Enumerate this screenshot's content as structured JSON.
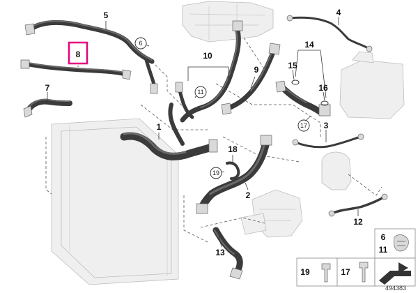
{
  "callouts": {
    "c1": "1",
    "c2": "2",
    "c3": "3",
    "c4": "4",
    "c5": "5",
    "c6": "6",
    "c7": "7",
    "c8": "8",
    "c9": "9",
    "c10": "10",
    "c11": "11",
    "c12": "12",
    "c13": "13",
    "c14": "14",
    "c15": "15",
    "c16": "16",
    "c17": "17",
    "c18": "18",
    "c19": "19"
  },
  "circled": {
    "c6": "6",
    "c11": "11",
    "c17": "17",
    "c19": "19"
  },
  "legend": {
    "box_top_a": "6",
    "box_top_b": "11",
    "screw_a": "19",
    "screw_b": "17"
  },
  "diagram_id": "494383",
  "highlight_color": "#e6007e"
}
